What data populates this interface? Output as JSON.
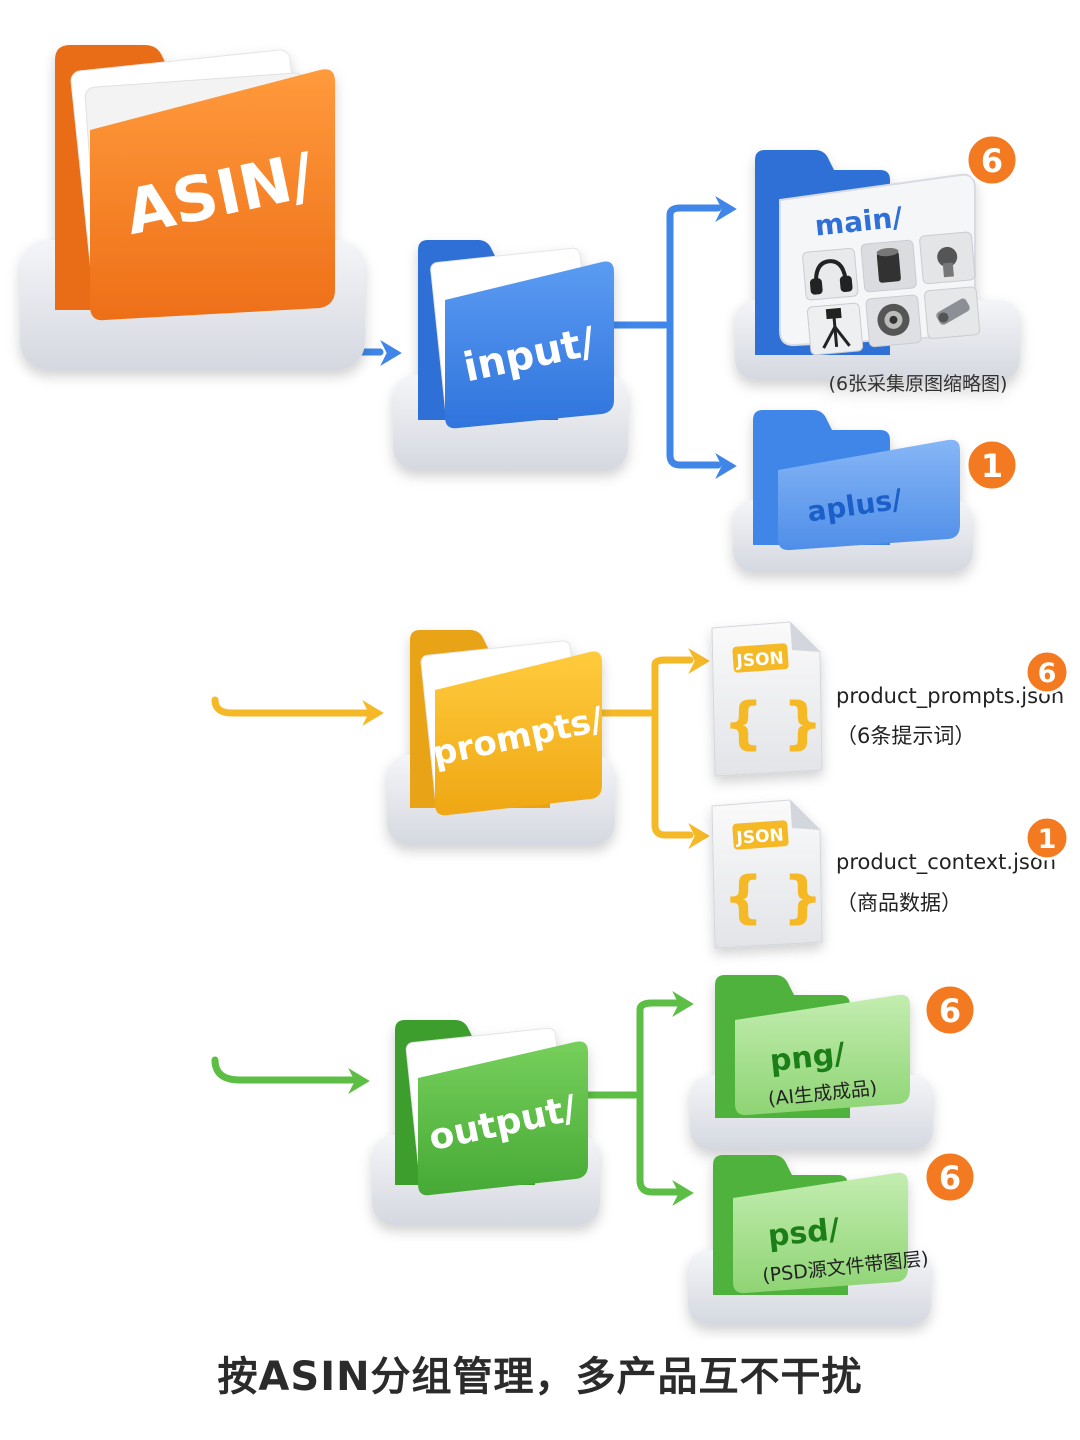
{
  "colors": {
    "orange": "#F7852A",
    "blue": "#3F86E8",
    "light_blue": "#5E9BEE",
    "yellow": "#F5B928",
    "green": "#5DBE45",
    "light_green": "#9FDC88",
    "badge": "#F47A21"
  },
  "root": {
    "label": "ASIN/"
  },
  "folders": {
    "input": {
      "label": "input/"
    },
    "prompts": {
      "label": "prompts/"
    },
    "output": {
      "label": "output/"
    }
  },
  "children": {
    "main": {
      "label": "main/",
      "note": "(6张采集原图缩略图)",
      "count": "6",
      "thumbnails": [
        "headphones-icon",
        "mug-icon",
        "robot-arm-icon",
        "tripod-icon",
        "lens-icon",
        "nozzle-icon"
      ]
    },
    "aplus": {
      "label": "aplus/",
      "count": "1"
    },
    "product_prompts": {
      "tag": "JSON",
      "braces": "{ }",
      "filename": "product_prompts.json",
      "note": "（6条提示词）",
      "count": "6"
    },
    "product_context": {
      "tag": "JSON",
      "braces": "{ }",
      "filename": "product_context.json",
      "note": "（商品数据）",
      "count": "1"
    },
    "png": {
      "label": "png/",
      "note": "(AI生成成品)",
      "count": "6"
    },
    "psd": {
      "label": "psd/",
      "note": "(PSD源文件带图层)",
      "count": "6"
    }
  },
  "caption": "按ASIN分组管理，多产品互不干扰"
}
